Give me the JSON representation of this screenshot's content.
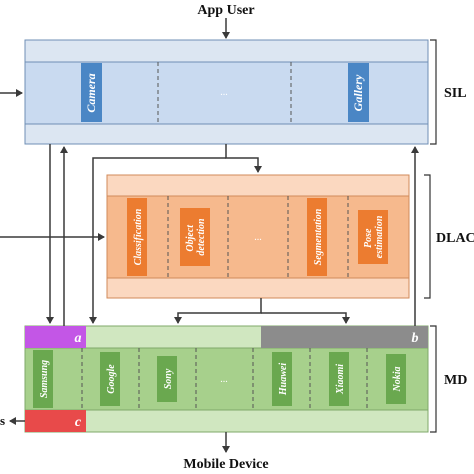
{
  "top_label": "App User",
  "bottom_label": "Mobile Device",
  "layers": {
    "sil": {
      "label": "SIL",
      "modules": [
        "Camera",
        "...",
        "Gallery"
      ]
    },
    "dlac": {
      "label": "DLAC",
      "modules": [
        "Classification",
        "Object detection",
        "...",
        "Segmentation",
        "Pose estimation"
      ]
    },
    "md": {
      "label": "MD",
      "modules": [
        "Samsung",
        "Google",
        "Sony",
        "...",
        "Huawei",
        "Xiaomi",
        "Nokia"
      ],
      "tags": {
        "a": "a",
        "b": "b",
        "c": "c"
      }
    }
  },
  "cut_left_text": "s",
  "colors": {
    "sil_outer": "#dce6f2",
    "sil_inner": "#c9daf0",
    "sil_module": "#4a86c5",
    "dlac_outer": "#fbd8c0",
    "dlac_inner": "#f6b98d",
    "dlac_module": "#ec7c30",
    "md_outer": "#d0e7c0",
    "md_inner": "#a7d08c",
    "md_module": "#6aa84f",
    "tag_a": "#c356e6",
    "tag_b": "#8c8c8c",
    "tag_c": "#e84a4a"
  }
}
